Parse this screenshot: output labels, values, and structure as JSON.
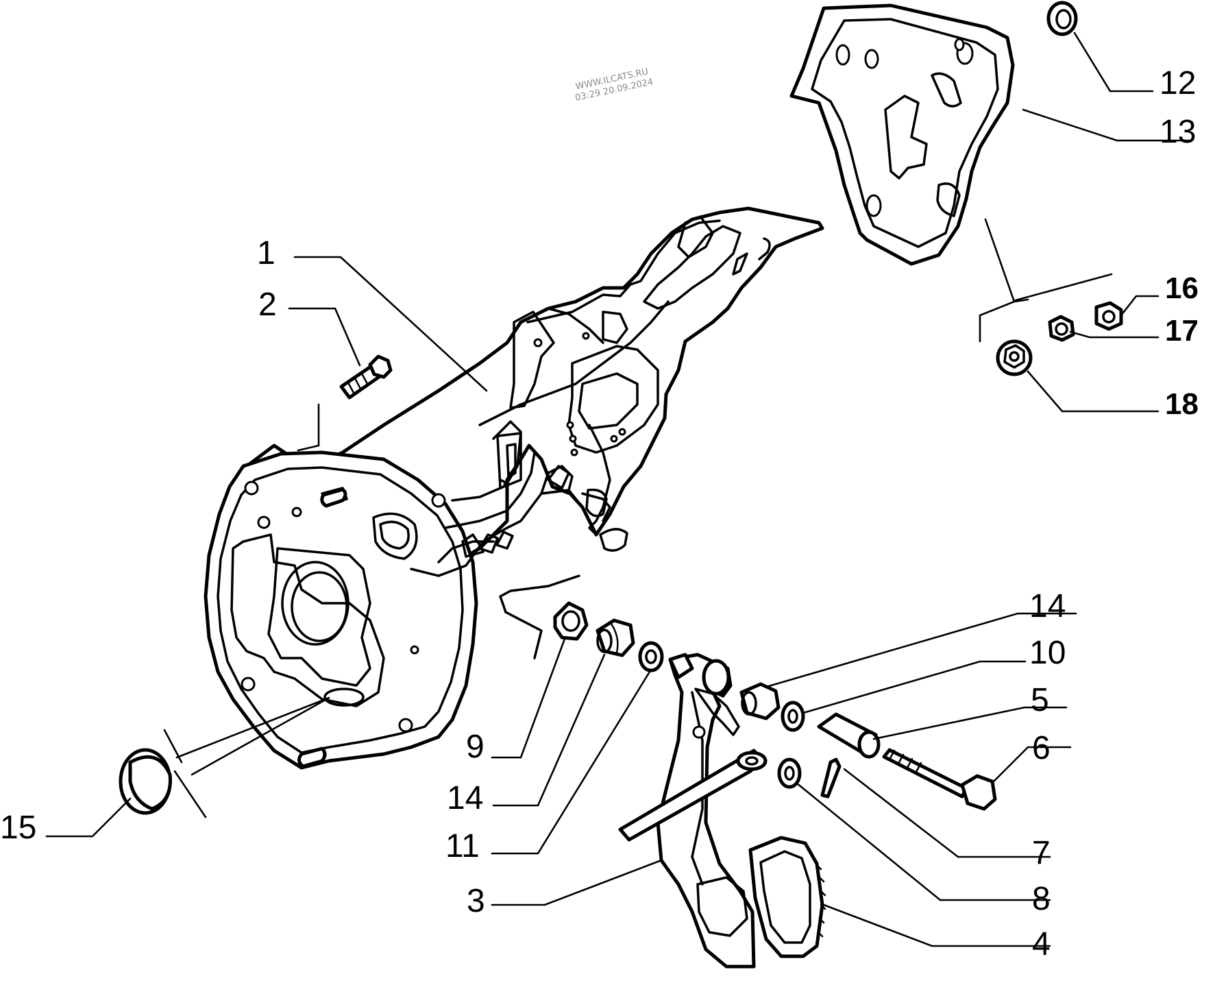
{
  "watermark": {
    "line1": "WWW.ILCATS.RU",
    "line2": "03:29 20.09.2024"
  },
  "callouts": [
    {
      "id": "c1",
      "label": "1"
    },
    {
      "id": "c2",
      "label": "2"
    },
    {
      "id": "c3",
      "label": "3"
    },
    {
      "id": "c4",
      "label": "4"
    },
    {
      "id": "c5",
      "label": "5"
    },
    {
      "id": "c6",
      "label": "6"
    },
    {
      "id": "c7",
      "label": "7"
    },
    {
      "id": "c8",
      "label": "8"
    },
    {
      "id": "c9",
      "label": "9"
    },
    {
      "id": "c10",
      "label": "10"
    },
    {
      "id": "c11",
      "label": "11"
    },
    {
      "id": "c12",
      "label": "12"
    },
    {
      "id": "c13",
      "label": "13"
    },
    {
      "id": "c14a",
      "label": "14"
    },
    {
      "id": "c14b",
      "label": "14"
    },
    {
      "id": "c15",
      "label": "15"
    },
    {
      "id": "c16",
      "label": "16"
    },
    {
      "id": "c17",
      "label": "17"
    },
    {
      "id": "c18",
      "label": "18"
    }
  ]
}
